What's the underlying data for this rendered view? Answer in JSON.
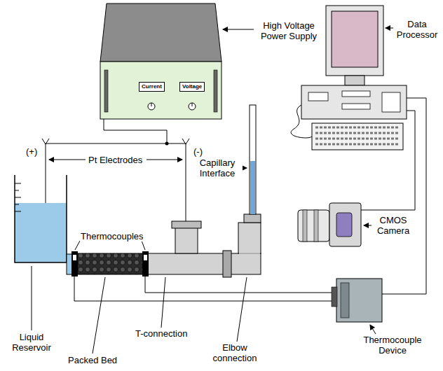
{
  "diagram": {
    "nodes": [
      {
        "text": [
          "Current"
        ]
      },
      {
        "text": [
          "Voltage"
        ]
      }
    ],
    "labels": [
      "High Voltage Power Supply",
      "(+)",
      "Pt Electrodes",
      "(-)",
      "Capillary Interface",
      "Thermocouples",
      "Data Processor",
      "CMOS Camera",
      "Thermocouple Device",
      "Liquid Reservoir",
      "T-connection",
      "Packed Bed",
      "Elbow connection"
    ]
  }
}
